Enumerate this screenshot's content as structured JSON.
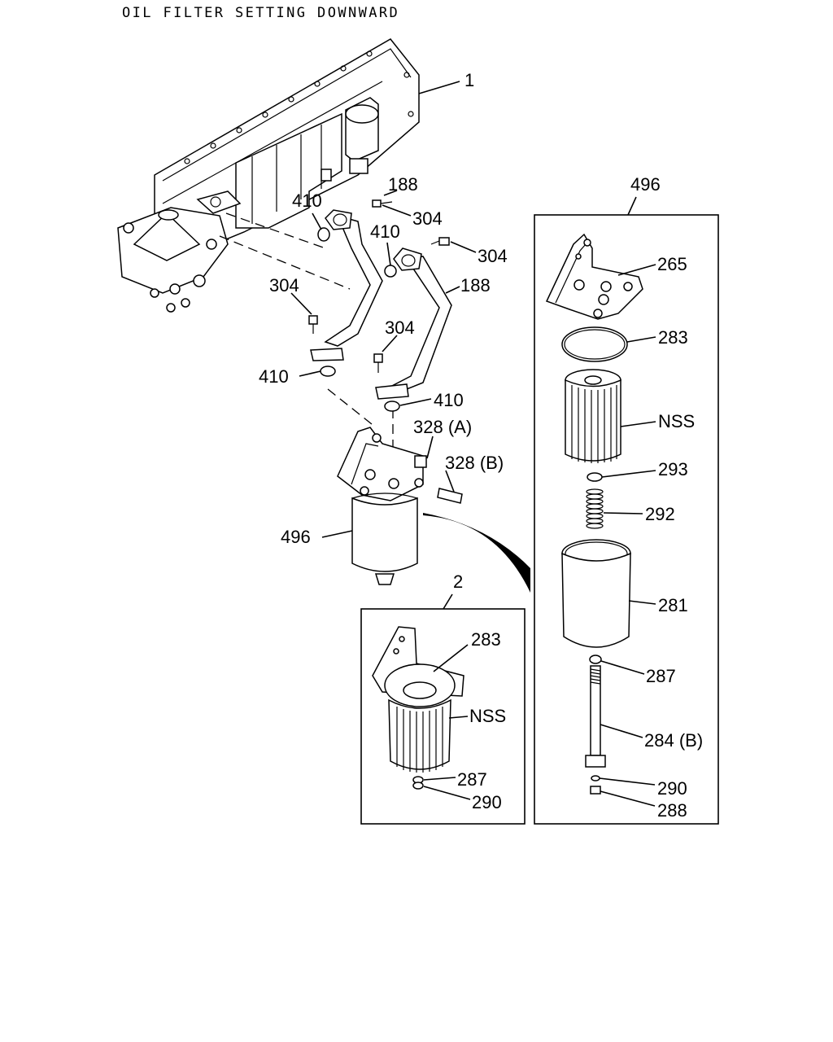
{
  "title": "OIL FILTER SETTING DOWNWARD",
  "labels": {
    "main_1": "1",
    "l_188_top": "188",
    "l_304_top": "304",
    "l_410_a": "410",
    "l_410_b": "410",
    "l_304_right": "304",
    "l_188_right": "188",
    "l_304_left": "304",
    "l_304_mid": "304",
    "l_410_c": "410",
    "l_410_d": "410",
    "l_328a": "328 (A)",
    "l_328b": "328 (B)",
    "l_496_main": "496",
    "l_2": "2",
    "box2_283": "283",
    "box2_nss": "NSS",
    "box2_287": "287",
    "box2_290": "290",
    "box496_title": "496",
    "box496_265": "265",
    "box496_283": "283",
    "box496_nss": "NSS",
    "box496_293": "293",
    "box496_292": "292",
    "box496_281": "281",
    "box496_287": "287",
    "box496_284b": "284 (B)",
    "box496_290": "290",
    "box496_288": "288"
  }
}
